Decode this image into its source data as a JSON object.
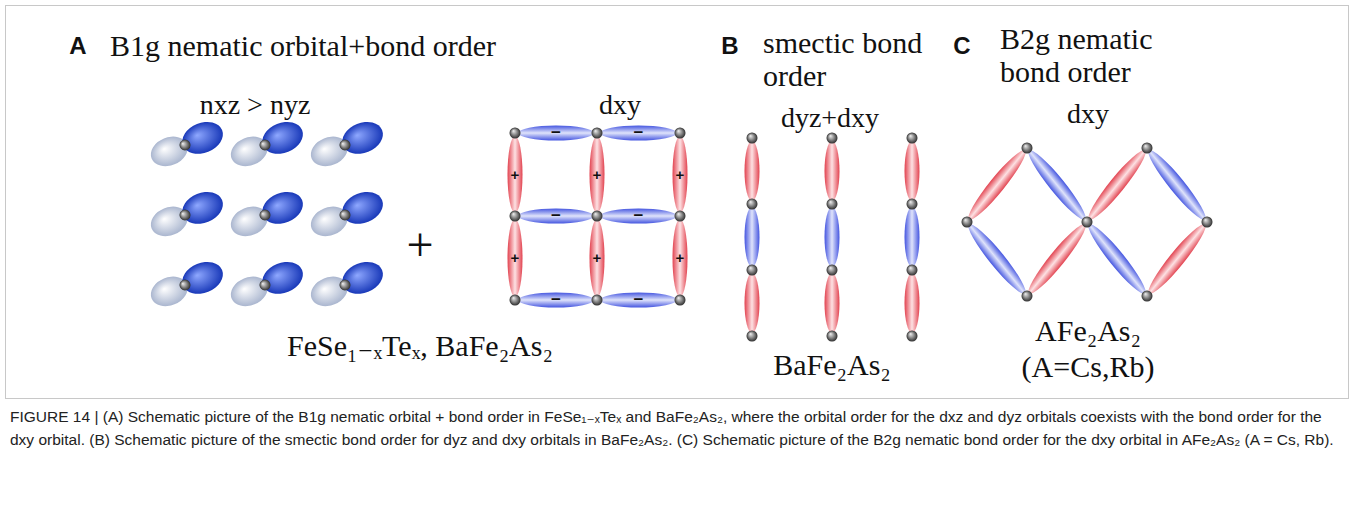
{
  "diagram": {
    "caption": "FIGURE 14 | (A) Schematic picture of the B1g nematic orbital + bond order in FeSe₁₋ₓTeₓ and BaFe₂As₂, where the orbital order for the dxz and dyz orbitals coexists with the bond order for the dxy orbital. (B) Schematic picture of the smectic bond order for dyz and dxy orbitals in BaFe₂As₂. (C) Schematic picture of the B2g nematic bond order for the dxy orbital in AFe₂As₂ (A = Cs, Rb).",
    "labels": [
      "A",
      "B1g nematic orbital+bond order",
      "nxz > nyz",
      "+",
      "dxy",
      "−",
      "−",
      "−",
      "−",
      "−",
      "−",
      "+",
      "+",
      "+",
      "+",
      "+",
      "+",
      "FeSe₁₋ₓTeₓ, BaFe₂As₂",
      "B",
      "smectic bond order",
      "dyz+dxy",
      "BaFe₂As₂",
      "C",
      "B2g nematic bond order",
      "dxy",
      "AFe₂As₂",
      "(A=Cs,Rb)"
    ]
  }
}
